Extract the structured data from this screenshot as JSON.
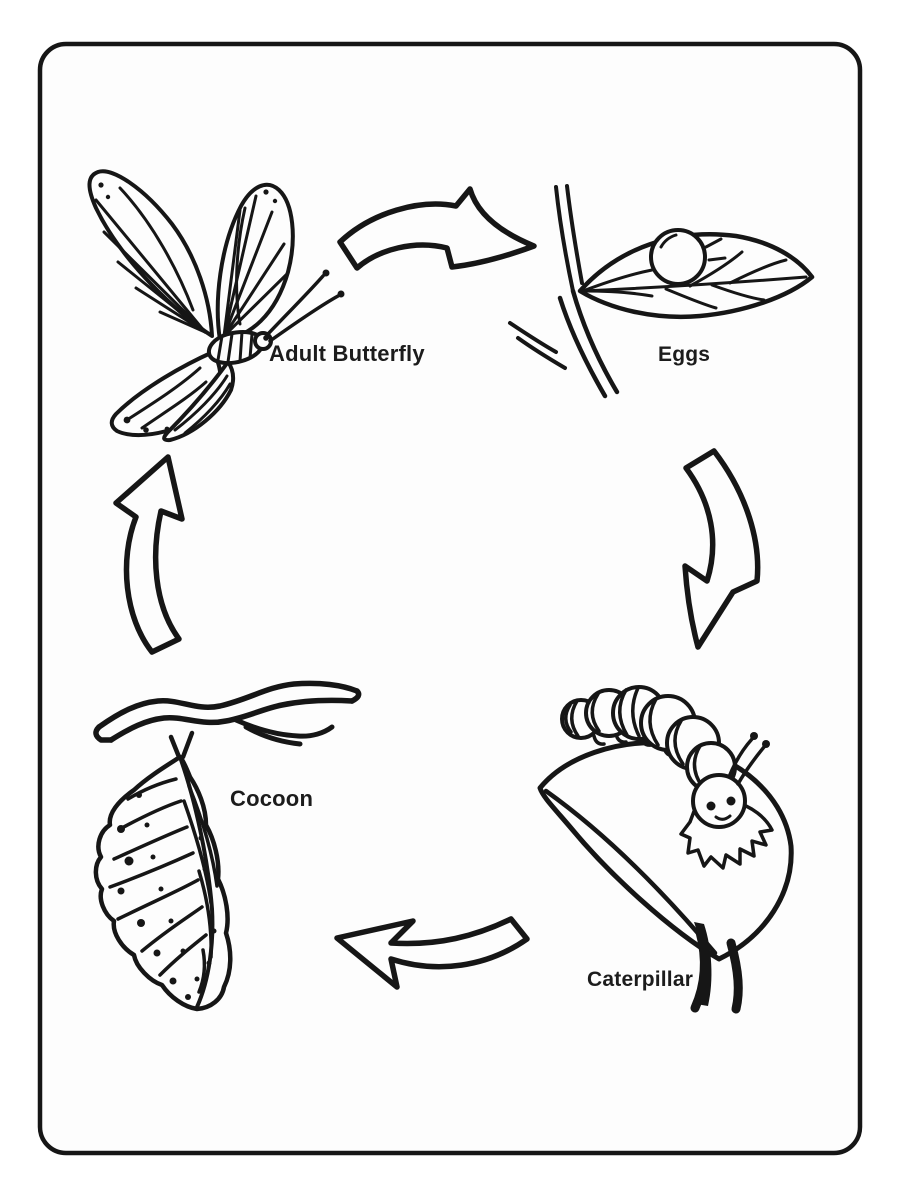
{
  "page": {
    "background_color": "#ffffff",
    "card_background_color": "#fdfdfd",
    "border_color": "#161616",
    "line_color": "#161616",
    "label_color": "#1c1c1c"
  },
  "diagram": {
    "type": "cycle-diagram",
    "stages": [
      {
        "id": "adult-butterfly",
        "label": "Adult Butterfly",
        "illustration": "butterfly-icon",
        "position": "top-left"
      },
      {
        "id": "eggs",
        "label": "Eggs",
        "illustration": "egg-on-leaf-icon",
        "position": "top-right"
      },
      {
        "id": "caterpillar",
        "label": "Caterpillar",
        "illustration": "caterpillar-on-leaf-icon",
        "position": "bottom-right"
      },
      {
        "id": "cocoon",
        "label": "Cocoon",
        "illustration": "cocoon-on-branch-icon",
        "position": "bottom-left"
      }
    ],
    "arrows": [
      {
        "from": "adult-butterfly",
        "to": "eggs",
        "direction": "right"
      },
      {
        "from": "eggs",
        "to": "caterpillar",
        "direction": "down"
      },
      {
        "from": "caterpillar",
        "to": "cocoon",
        "direction": "left"
      },
      {
        "from": "cocoon",
        "to": "adult-butterfly",
        "direction": "up"
      }
    ]
  }
}
